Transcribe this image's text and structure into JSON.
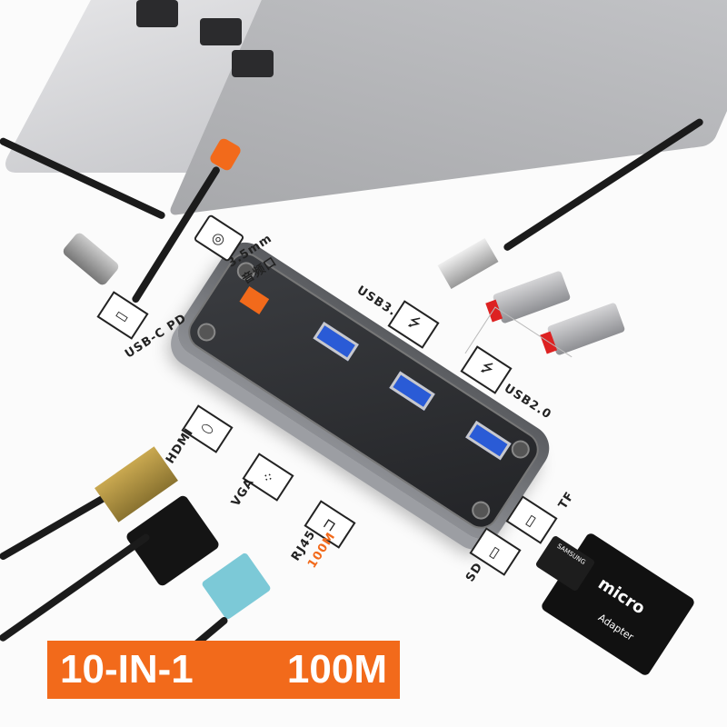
{
  "labels": {
    "audio_size": "3.5mm",
    "audio_cn": "音频口",
    "usbc": "USB-C PD",
    "usb3": "USB3.0",
    "usb2": "USB2.0",
    "hdmi": "HDMI",
    "vga": "VGA",
    "rj45": "RJ45",
    "rj45_speed": "100M",
    "sd": "SD",
    "tf": "TF"
  },
  "banner": {
    "left": "10-IN-1",
    "right": "100M",
    "color": "#f26a1b"
  },
  "card": {
    "brand": "SAMSUNG",
    "micro": "micro",
    "adapter": "Adapter"
  },
  "icons": {
    "audio": "headphone-jack-icon",
    "usbc": "usb-c-port-icon",
    "usb": "usb-trident-icon",
    "hdmi": "hdmi-port-icon",
    "vga": "vga-port-icon",
    "rj45": "ethernet-port-icon",
    "sd": "sd-card-icon",
    "tf": "tf-card-icon"
  }
}
